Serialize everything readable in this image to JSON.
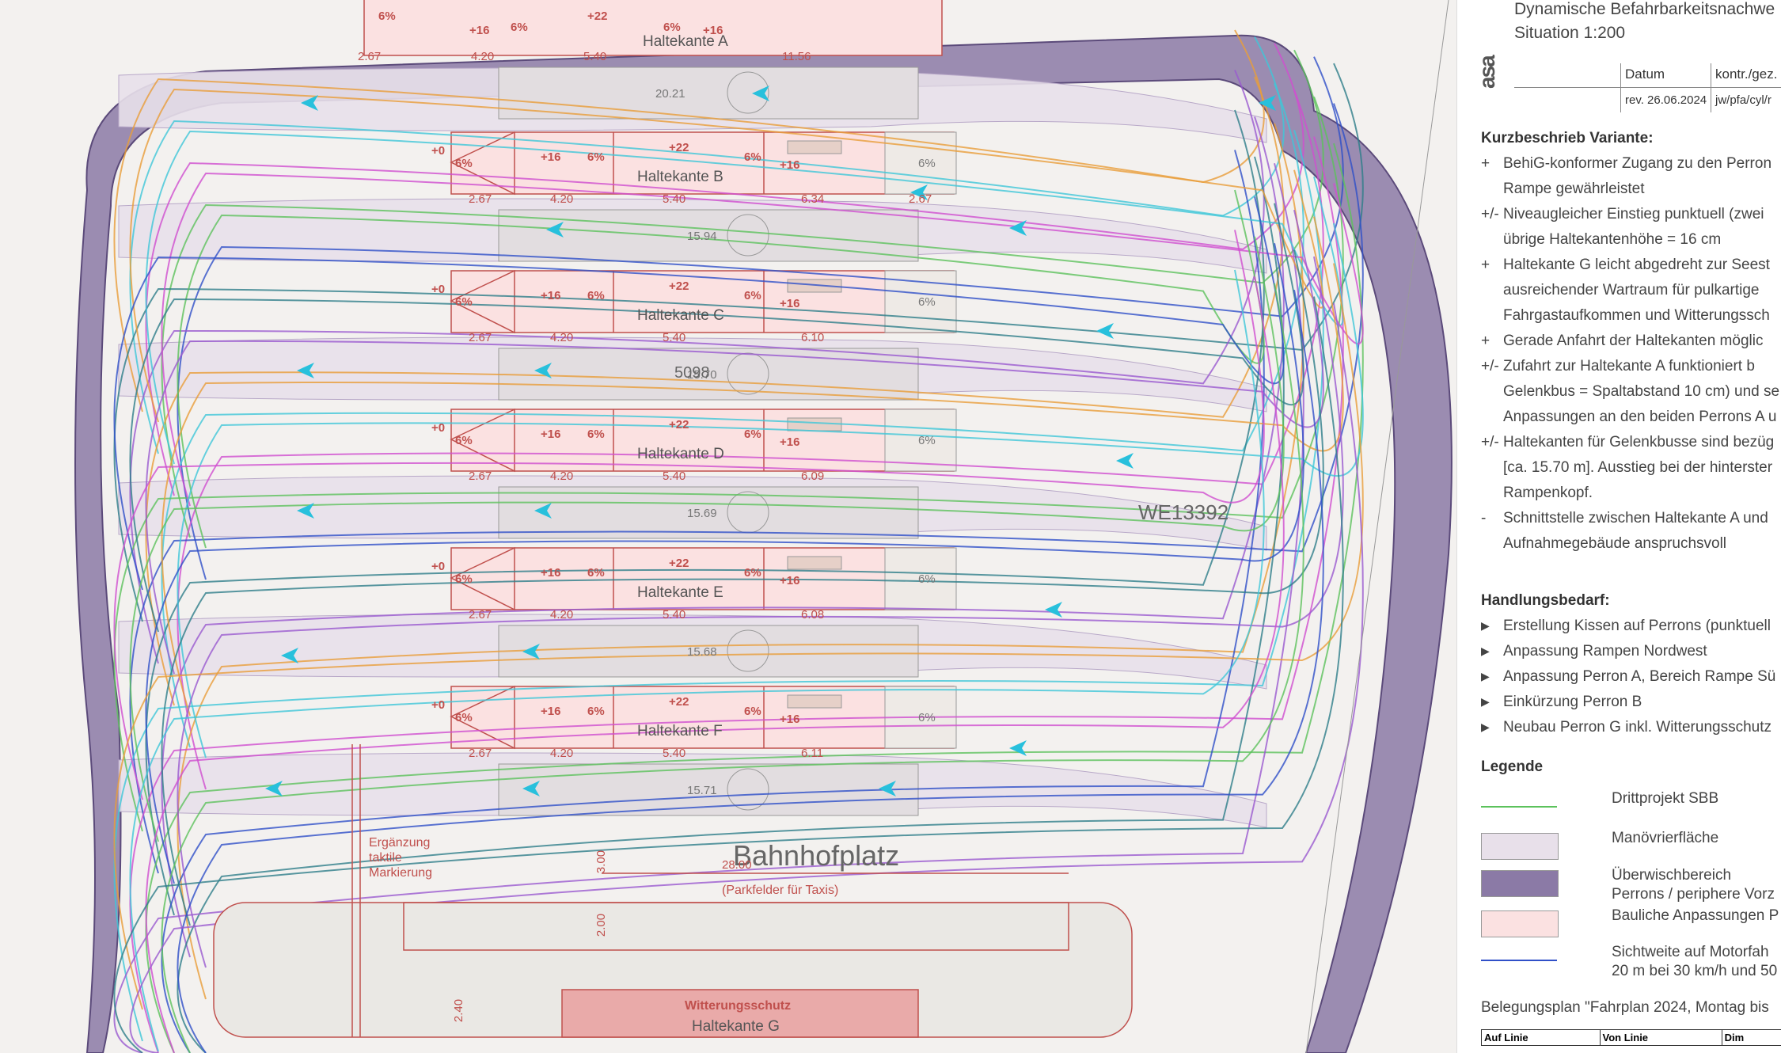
{
  "header": {
    "title_line1": "Dynamische Befahrbarkeitsnachwe",
    "title_line2": "Situation 1:200",
    "logo": "asa",
    "col_datum": "Datum",
    "col_kontr": "kontr./gez.",
    "row_date": "rev. 26.06.2024",
    "row_initials": "jw/pfa/cyl/r"
  },
  "kurzbeschrieb": {
    "title": "Kurzbeschrieb Variante:",
    "items": [
      {
        "mark": "+",
        "lines": [
          "BehiG-konformer Zugang zu den Perron",
          "Rampe gewährleistet"
        ]
      },
      {
        "mark": "+/-",
        "lines": [
          "Niveaugleicher Einstieg punktuell (zwei",
          "übrige Haltekantenhöhe = 16 cm"
        ]
      },
      {
        "mark": "+",
        "lines": [
          "Haltekante G leicht abgedreht zur Seest",
          "ausreichender Wartraum für pulkartige",
          "Fahrgastaufkommen und Witterungssch"
        ]
      },
      {
        "mark": "+",
        "lines": [
          "Gerade Anfahrt der Haltekanten möglic"
        ]
      },
      {
        "mark": "+/-",
        "lines": [
          "Zufahrt zur Haltekante A funktioniert b",
          "Gelenkbus = Spaltabstand 10 cm) und se",
          "Anpassungen an den beiden Perrons A u"
        ]
      },
      {
        "mark": "+/-",
        "lines": [
          "Haltekanten für Gelenkbusse sind bezüg",
          "[ca. 15.70 m]. Ausstieg bei der hinterster",
          "Rampenkopf."
        ]
      },
      {
        "mark": "-",
        "lines": [
          "Schnittstelle zwischen Haltekante A und",
          "Aufnahmegebäude anspruchsvoll"
        ]
      }
    ]
  },
  "handlungsbedarf": {
    "title": "Handlungsbedarf:",
    "items": [
      "Erstellung Kissen auf Perrons (punktuell",
      "Anpassung Rampen Nordwest",
      "Anpassung Perron A, Bereich Rampe Sü",
      "Einkürzung Perron B",
      "Neubau Perron G inkl. Witterungsschutz"
    ]
  },
  "legende": {
    "title": "Legende",
    "items": [
      {
        "type": "line",
        "color": "#5cc25c",
        "lines": [
          "Drittprojekt SBB"
        ]
      },
      {
        "type": "box",
        "color": "#e8e0ea",
        "lines": [
          "Manövrierfläche"
        ]
      },
      {
        "type": "box",
        "color": "#8b7aa6",
        "lines": [
          "Überwischbereich",
          "Perrons / periphere Vorz"
        ]
      },
      {
        "type": "box",
        "color": "#fbe1e1",
        "lines": [
          "Bauliche Anpassungen P"
        ]
      },
      {
        "type": "arrow",
        "color": "#3050c8",
        "lines": [
          "Sichtweite auf Motorfah",
          "20 m bei 30 km/h und 50"
        ]
      }
    ]
  },
  "belegung": {
    "title": "Belegungsplan \"Fahrplan 2024, Montag bis",
    "cols": [
      "Auf Linie",
      "Von Linie",
      "Dim"
    ]
  },
  "plan": {
    "haltekanten": [
      {
        "name": "Haltekante A",
        "len": "20.21",
        "d1": "2.67",
        "d2": "4.20",
        "d3": "5.40",
        "d4": "11.56"
      },
      {
        "name": "Haltekante B",
        "len": "15.94",
        "d1": "2.67",
        "d2": "4.20",
        "d3": "5.40",
        "d4": "6.34",
        "d5": "2.67"
      },
      {
        "name": "Haltekante C",
        "len": "15.70",
        "d1": "2.67",
        "d2": "4.20",
        "d3": "5.40",
        "d4": "6.10"
      },
      {
        "name": "Haltekante D",
        "len": "15.69",
        "d1": "2.67",
        "d2": "4.20",
        "d3": "5.40",
        "d4": "6.09"
      },
      {
        "name": "Haltekante E",
        "len": "15.68",
        "d1": "2.67",
        "d2": "4.20",
        "d3": "5.40",
        "d4": "6.08"
      },
      {
        "name": "Haltekante F",
        "len": "15.71",
        "d1": "2.67",
        "d2": "4.20",
        "d3": "5.40",
        "d4": "6.11"
      }
    ],
    "level_zero": "+0",
    "level_16": "+16",
    "level_22": "+22",
    "slope": "6%",
    "code_5098": "5098",
    "parcel": "WE13392",
    "bahnhofplatz": "Bahnhofplatz",
    "parkfelder": "(Parkfelder für Taxis)",
    "dim_2800": "28.00",
    "dim_300": "3.00",
    "dim_200": "2.00",
    "dim_240": "2.40",
    "ergaenzung": [
      "Ergänzung",
      "taktile",
      "Markierung"
    ],
    "witterungsschutz": "Witterungsschutz",
    "haltekante_g": "Haltekante G"
  }
}
